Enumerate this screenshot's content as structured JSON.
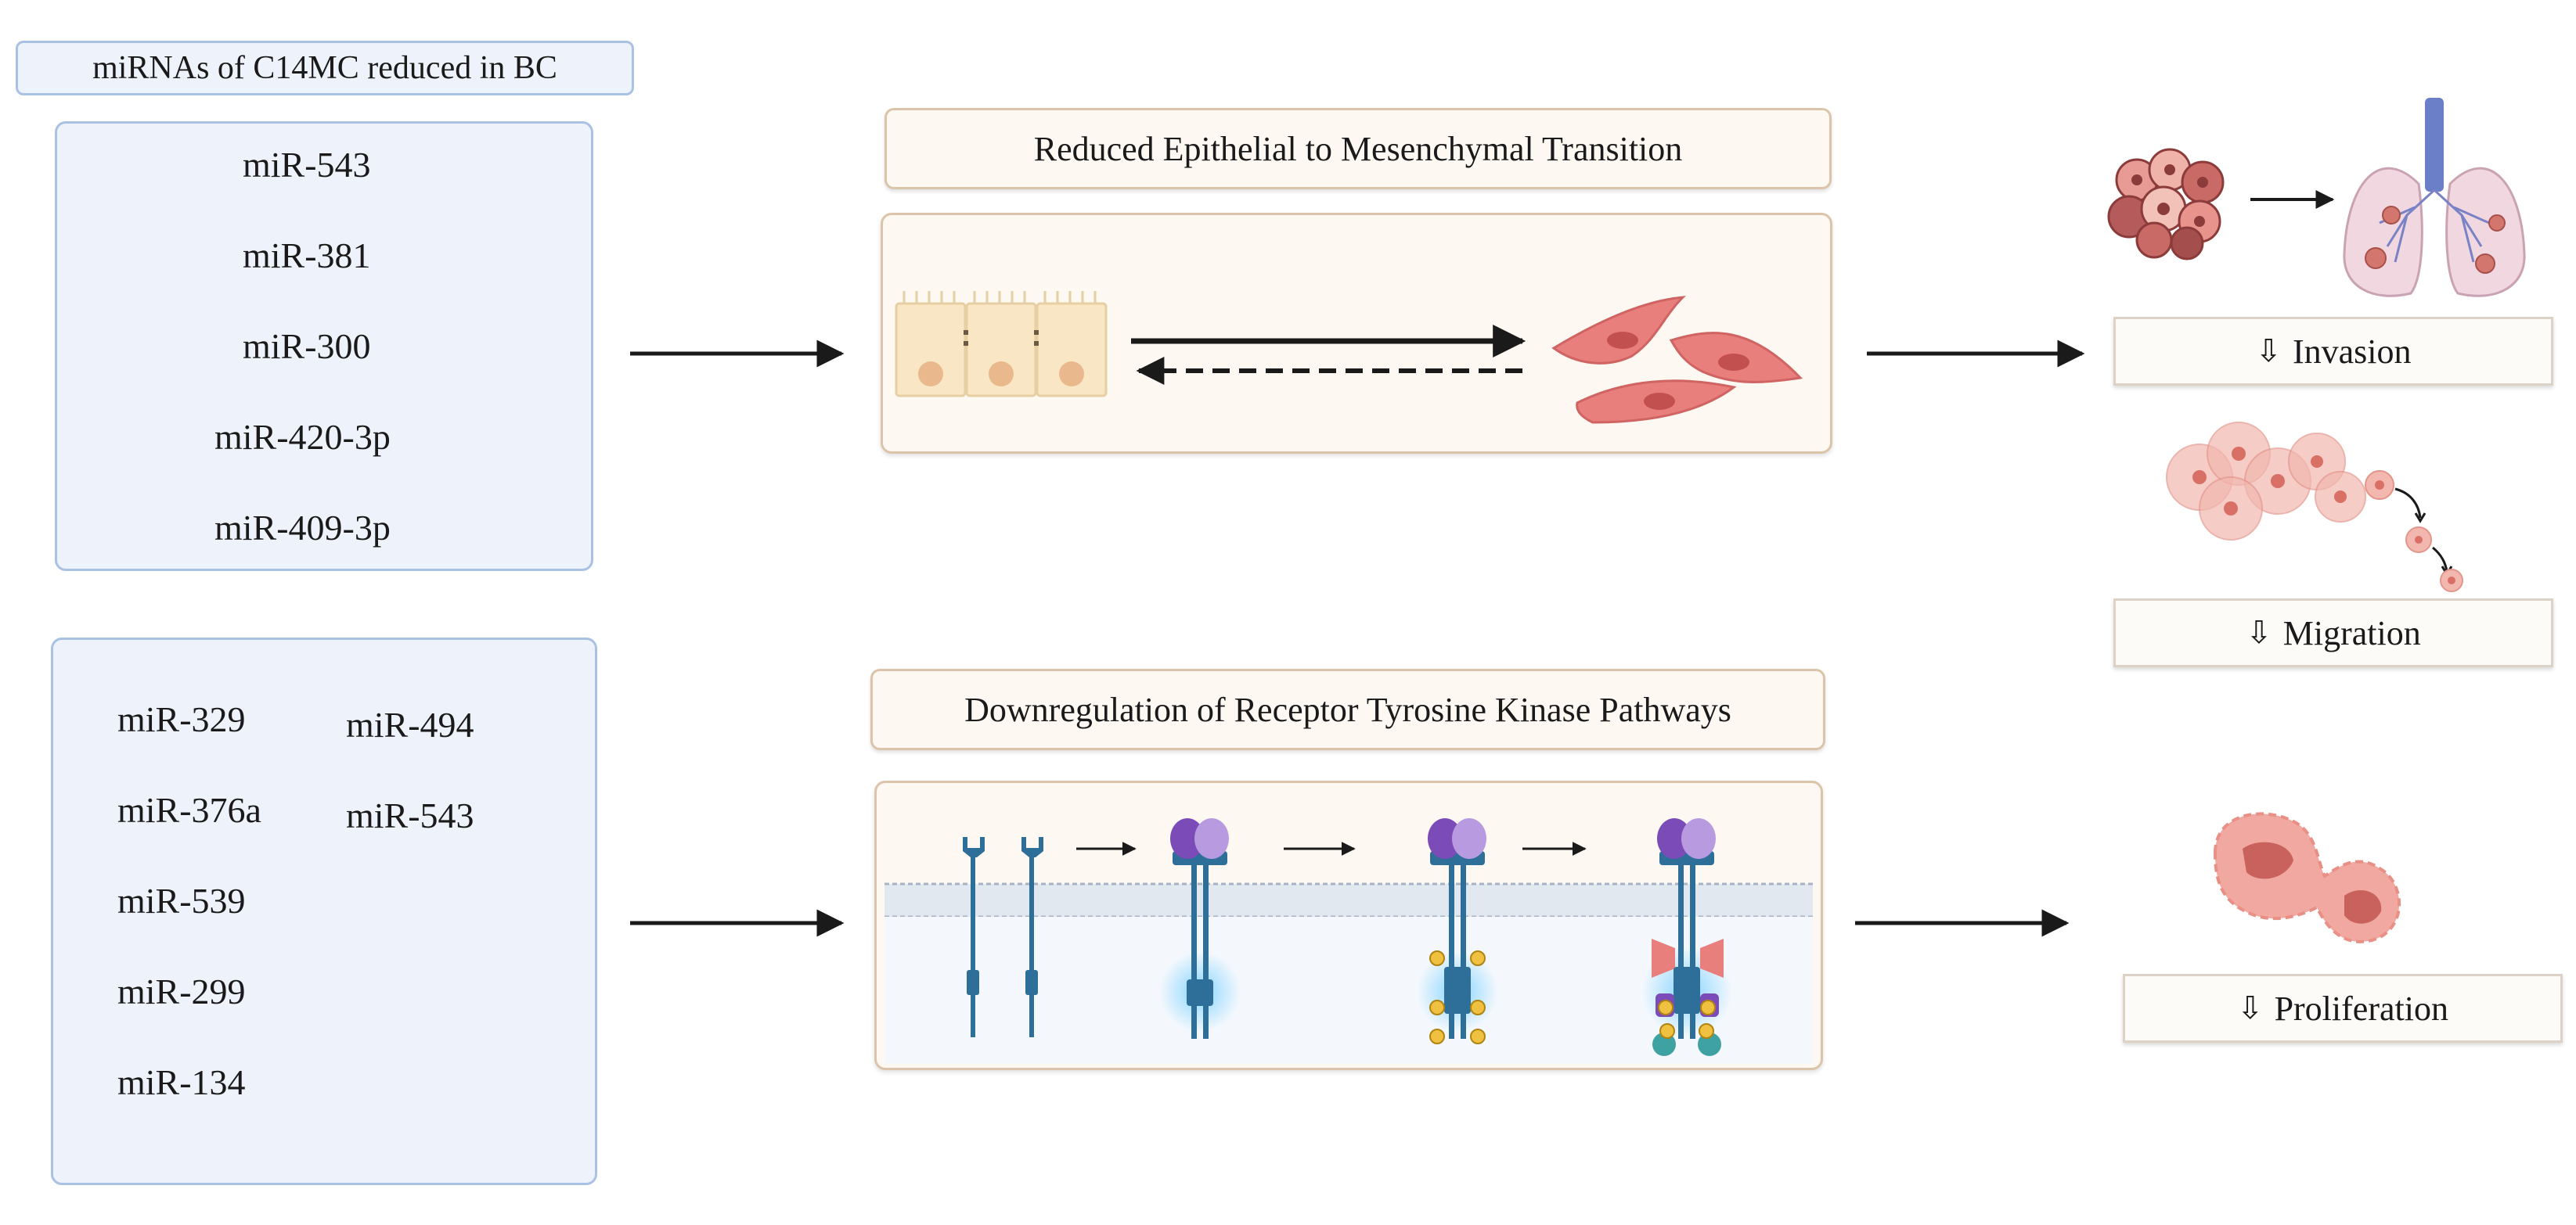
{
  "header": {
    "title": "miRNAs of C14MC reduced in BC"
  },
  "group_top": {
    "mirnas": [
      "miR-543",
      "miR-381",
      "miR-300",
      "miR-420-3p",
      "miR-409-3p"
    ]
  },
  "group_bottom": {
    "col1": [
      "miR-329",
      "miR-376a",
      "miR-539",
      "miR-299",
      "miR-134"
    ],
    "col2": [
      "miR-494",
      "miR-543"
    ]
  },
  "mechanisms": {
    "emt": "Reduced Epithelial to Mesenchymal Transition",
    "rtk": "Downregulation of Receptor Tyrosine Kinase Pathways"
  },
  "outcomes": {
    "arrow_symbol": "⇩",
    "invasion": "Invasion",
    "migration": "Migration",
    "proliferation": "Proliferation"
  },
  "icons": {
    "epithelial": "epithelial-cells-icon",
    "mesenchymal": "mesenchymal-cells-icon",
    "tumor": "tumor-cluster-icon",
    "lungs": "lungs-icon",
    "migrating": "migrating-cells-icon",
    "dividing": "dividing-cell-icon",
    "receptors": "receptor-tyrosine-kinase-icon"
  },
  "colors": {
    "blue_fill": "#eef3fb",
    "blue_border": "#a9c1e3",
    "beige_fill": "#fdf8f2",
    "beige_border": "#dcc4aa",
    "cell_pink": "#e87f7c",
    "receptor_blue": "#2e6f9a"
  }
}
